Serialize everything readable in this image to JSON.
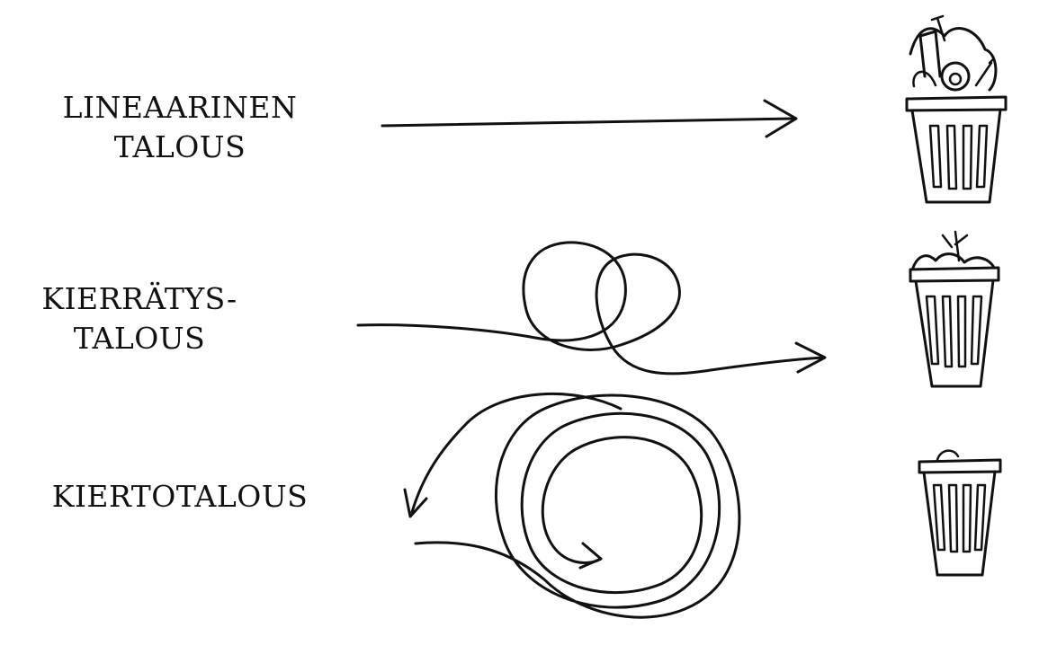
{
  "rows": [
    {
      "line1": "LINEAARINEN",
      "line2": "TALOUS",
      "path_icon": "straight-arrow-icon",
      "bin_icon": "overflowing-trash-bin-icon"
    },
    {
      "line1": "KIERRÄTYS-",
      "line2": "TALOUS",
      "path_icon": "double-loop-arrow-icon",
      "bin_icon": "half-full-trash-bin-icon"
    },
    {
      "line1": "KIERTOTALOUS",
      "line2": "",
      "path_icon": "spiral-loop-arrow-icon",
      "bin_icon": "nearly-empty-trash-bin-icon"
    }
  ],
  "colors": {
    "ink": "#111111",
    "background": "#ffffff"
  }
}
